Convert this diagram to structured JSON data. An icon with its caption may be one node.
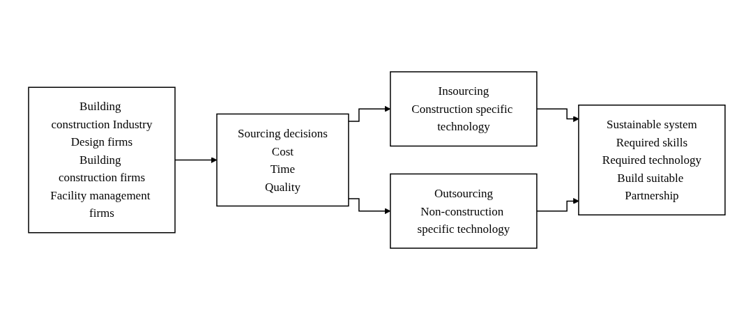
{
  "diagram": {
    "nodes": [
      {
        "text": [
          "Building construction Industry",
          "Design firms",
          "Building construction firms",
          "Facility management firms"
        ]
      },
      {
        "text": [
          "Sourcing decisions",
          "Cost",
          "Time",
          "Quality"
        ]
      },
      {
        "text": [
          "Insourcing",
          "Construction specific technology"
        ]
      },
      {
        "text": [
          "Outsourcing",
          "Non-construction specific technology"
        ]
      },
      {
        "text": [
          "Sustainable system",
          "Required skills",
          "Required technology",
          "Build suitable Partnership"
        ]
      }
    ],
    "edges": [
      {
        "from": 0,
        "to": 1,
        "arrow": "to"
      },
      {
        "from": 1,
        "to": 2,
        "arrow": "to"
      },
      {
        "from": 1,
        "to": 3,
        "arrow": "to"
      },
      {
        "from": 2,
        "to": 4,
        "arrow": "to"
      },
      {
        "from": 3,
        "to": 4,
        "arrow": "to"
      }
    ]
  }
}
